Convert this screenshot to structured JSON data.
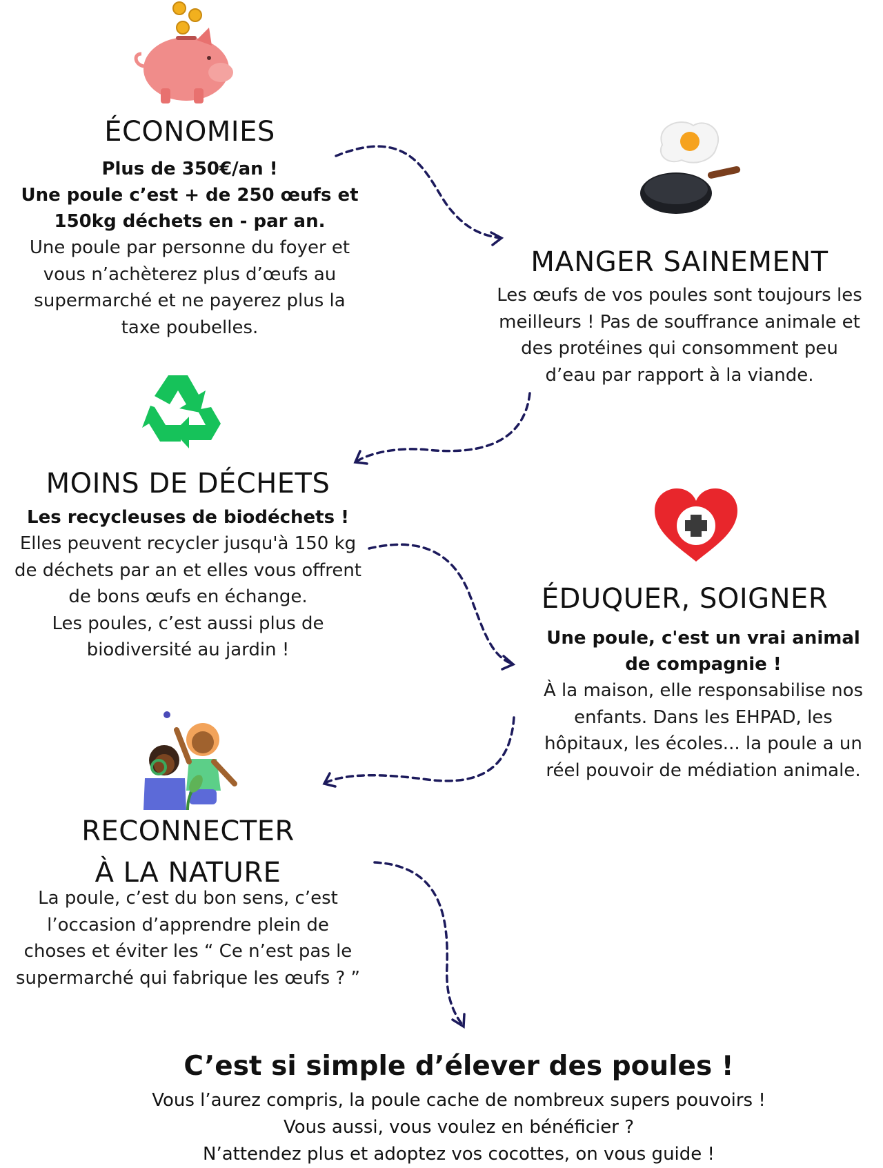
{
  "sections": {
    "economies": {
      "title": "ÉCONOMIES",
      "bold": [
        "Plus de 350€/an !",
        "Une poule c’est + de 250 œufs et",
        "150kg déchets en - par an."
      ],
      "body": [
        "Une poule par personne du foyer et",
        "vous n’achèterez plus d’œufs au",
        "supermarché et ne payerez plus la",
        "taxe poubelles."
      ],
      "icon": "piggy-bank-icon"
    },
    "manger": {
      "title": "MANGER SAINEMENT",
      "body": [
        "Les œufs de vos poules sont toujours les",
        "meilleurs ! Pas de souffrance animale et",
        "des protéines qui consomment peu",
        "d’eau par rapport à la viande."
      ],
      "icon": "fried-egg-pan-icon"
    },
    "dechets": {
      "title": "MOINS DE DÉCHETS",
      "bold": [
        "Les recycleuses de biodéchets !"
      ],
      "body": [
        "Elles peuvent recycler jusqu'à 150 kg",
        "de déchets par an et elles vous offrent",
        "de bons œufs en échange.",
        "Les poules, c’est aussi plus de",
        "biodiversité au jardin !"
      ],
      "icon": "recycle-icon"
    },
    "eduquer": {
      "title": "ÉDUQUER, SOIGNER",
      "bold": [
        "Une poule, c'est un vrai animal",
        "de compagnie !"
      ],
      "body": [
        "À la maison, elle responsabilise nos",
        "enfants. Dans les EHPAD, les",
        "hôpitaux, les écoles... la poule a un",
        "réel pouvoir de médiation animale."
      ],
      "icon": "heart-cross-icon"
    },
    "nature": {
      "title": [
        "RECONNECTER",
        "À LA NATURE"
      ],
      "body": [
        "La poule, c’est du bon sens, c’est",
        "l’occasion d’apprendre plein de",
        "choses et éviter les “ Ce n’est pas le",
        "supermarché qui fabrique les œufs ? ”"
      ],
      "icon": "children-nature-icon"
    }
  },
  "final": {
    "title": "C’est si simple d’élever des poules !",
    "body": [
      "Vous l’aurez compris, la poule cache de nombreux supers pouvoirs !",
      "Vous aussi, vous voulez en bénéficier ?",
      "N’attendez plus et adoptez vos cocottes, on vous guide !"
    ]
  },
  "colors": {
    "arrow": "#1c1a5c",
    "pig": "#f08c8a",
    "coin": "#f2b01e",
    "recycle": "#16c25a",
    "heart": "#e8262c",
    "pan": "#1d1f24"
  }
}
